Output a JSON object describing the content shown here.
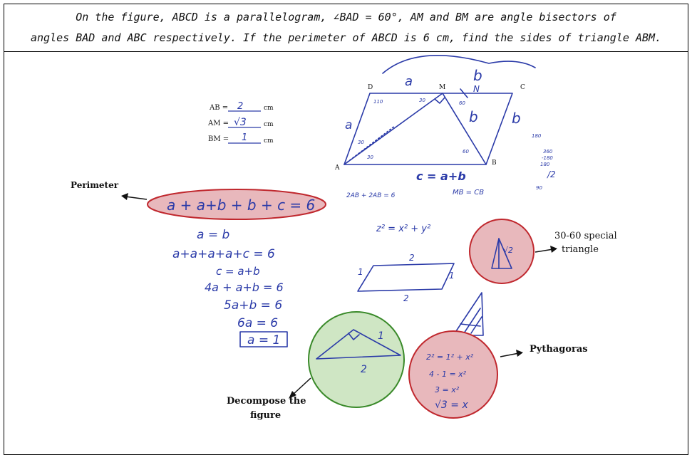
{
  "problem": {
    "line1": "On the figure, ABCD is a parallelogram, ∠BAD  =  60°, AM and BM are angle bisectors of",
    "line2": "angles BAD and ABC respectively. If the perimeter of ABCD is 6 cm, find the sides of triangle ABM."
  },
  "answers": {
    "ab_label": "AB =",
    "ab_value": "2",
    "ab_unit": "cm",
    "am_label": "AM =",
    "am_value": "√3",
    "am_unit": "cm",
    "bm_label": "BM =",
    "bm_value": "1",
    "bm_unit": "cm"
  },
  "figure": {
    "vertex_a": "A",
    "vertex_b": "B",
    "vertex_c": "C",
    "vertex_d": "D",
    "vertex_m": "M",
    "vertex_n": "N",
    "side_top_a": "a",
    "side_top_b": "b",
    "side_left": "a",
    "side_mid_b": "b",
    "side_right_b": "b",
    "bottom_label": "c = a+b",
    "note_left": "2AB + 2AB = 6",
    "note_right": "MB = CB",
    "ang_30a": "30",
    "ang_30b": "30",
    "ang_110": "110",
    "ang_30c": "30",
    "ang_60": "60",
    "ang_60b": "60"
  },
  "perimeter": {
    "label": "Perimeter",
    "equation": "a + a+b + b + c = 6"
  },
  "work_steps": [
    "a = b",
    "a+a+a+a+c = 6",
    "c = a+b",
    "4a + a+b = 6",
    "5a+b = 6",
    "6a = 6",
    "a = 1"
  ],
  "side_notes": [
    "z² = x² + y²"
  ],
  "small_parallelogram": {
    "top": "2",
    "left": "1",
    "right": "1",
    "bottom": "2"
  },
  "margin_scribbles": [
    "180",
    "360",
    "-180",
    "180",
    "/2",
    "90"
  ],
  "special_triangle": {
    "label_line1": "30-60 special",
    "label_line2": "triangle"
  },
  "pythagoras": {
    "label": "Pythagoras",
    "lines": [
      "2² = 1² + x²",
      "4 - 1 = x²",
      "3 = x²",
      "√3 = x"
    ]
  },
  "decompose": {
    "label_line1": "Decompose the",
    "label_line2": "figure",
    "side_1": "1",
    "side_2": "2"
  },
  "colors": {
    "ink": "#2a3aa8",
    "pink_fill": "#e8b8bc",
    "pink_stroke": "#c0282e",
    "green_fill": "#cfe6c4",
    "green_stroke": "#3a8a2a"
  }
}
